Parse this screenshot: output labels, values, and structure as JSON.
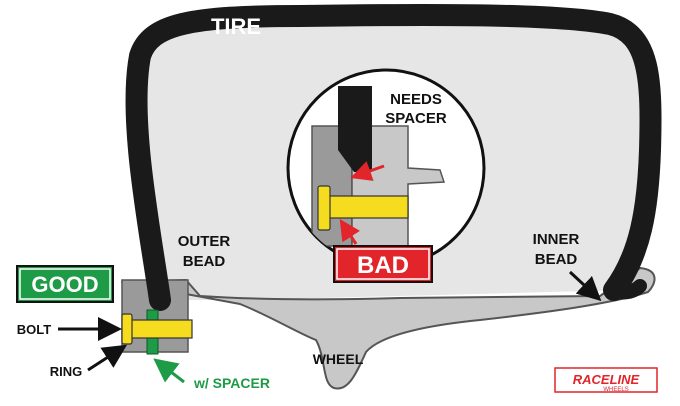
{
  "labels": {
    "tire": "TIRE",
    "needs_spacer_line1": "NEEDS",
    "needs_spacer_line2": "SPACER",
    "outer_bead_line1": "OUTER",
    "outer_bead_line2": "BEAD",
    "inner_bead_line1": "INNER",
    "inner_bead_line2": "BEAD",
    "wheel": "WHEEL",
    "bolt": "BOLT",
    "ring": "RING",
    "with_spacer": "w/ SPACER",
    "good": "GOOD",
    "bad": "BAD"
  },
  "logo": {
    "brand": "RACELINE",
    "sub": "WHEELS"
  },
  "colors": {
    "tire": "#1a1a1a",
    "tire_fill": "#e6e6e6",
    "wheel": "#c8c8c8",
    "bolt": "#f5dc1e",
    "spacer": "#1e9b46",
    "good_bg": "#1e9b46",
    "bad_bg": "#e1252b",
    "arrow_red": "#e1252b",
    "arrow_green": "#1e9b46"
  }
}
